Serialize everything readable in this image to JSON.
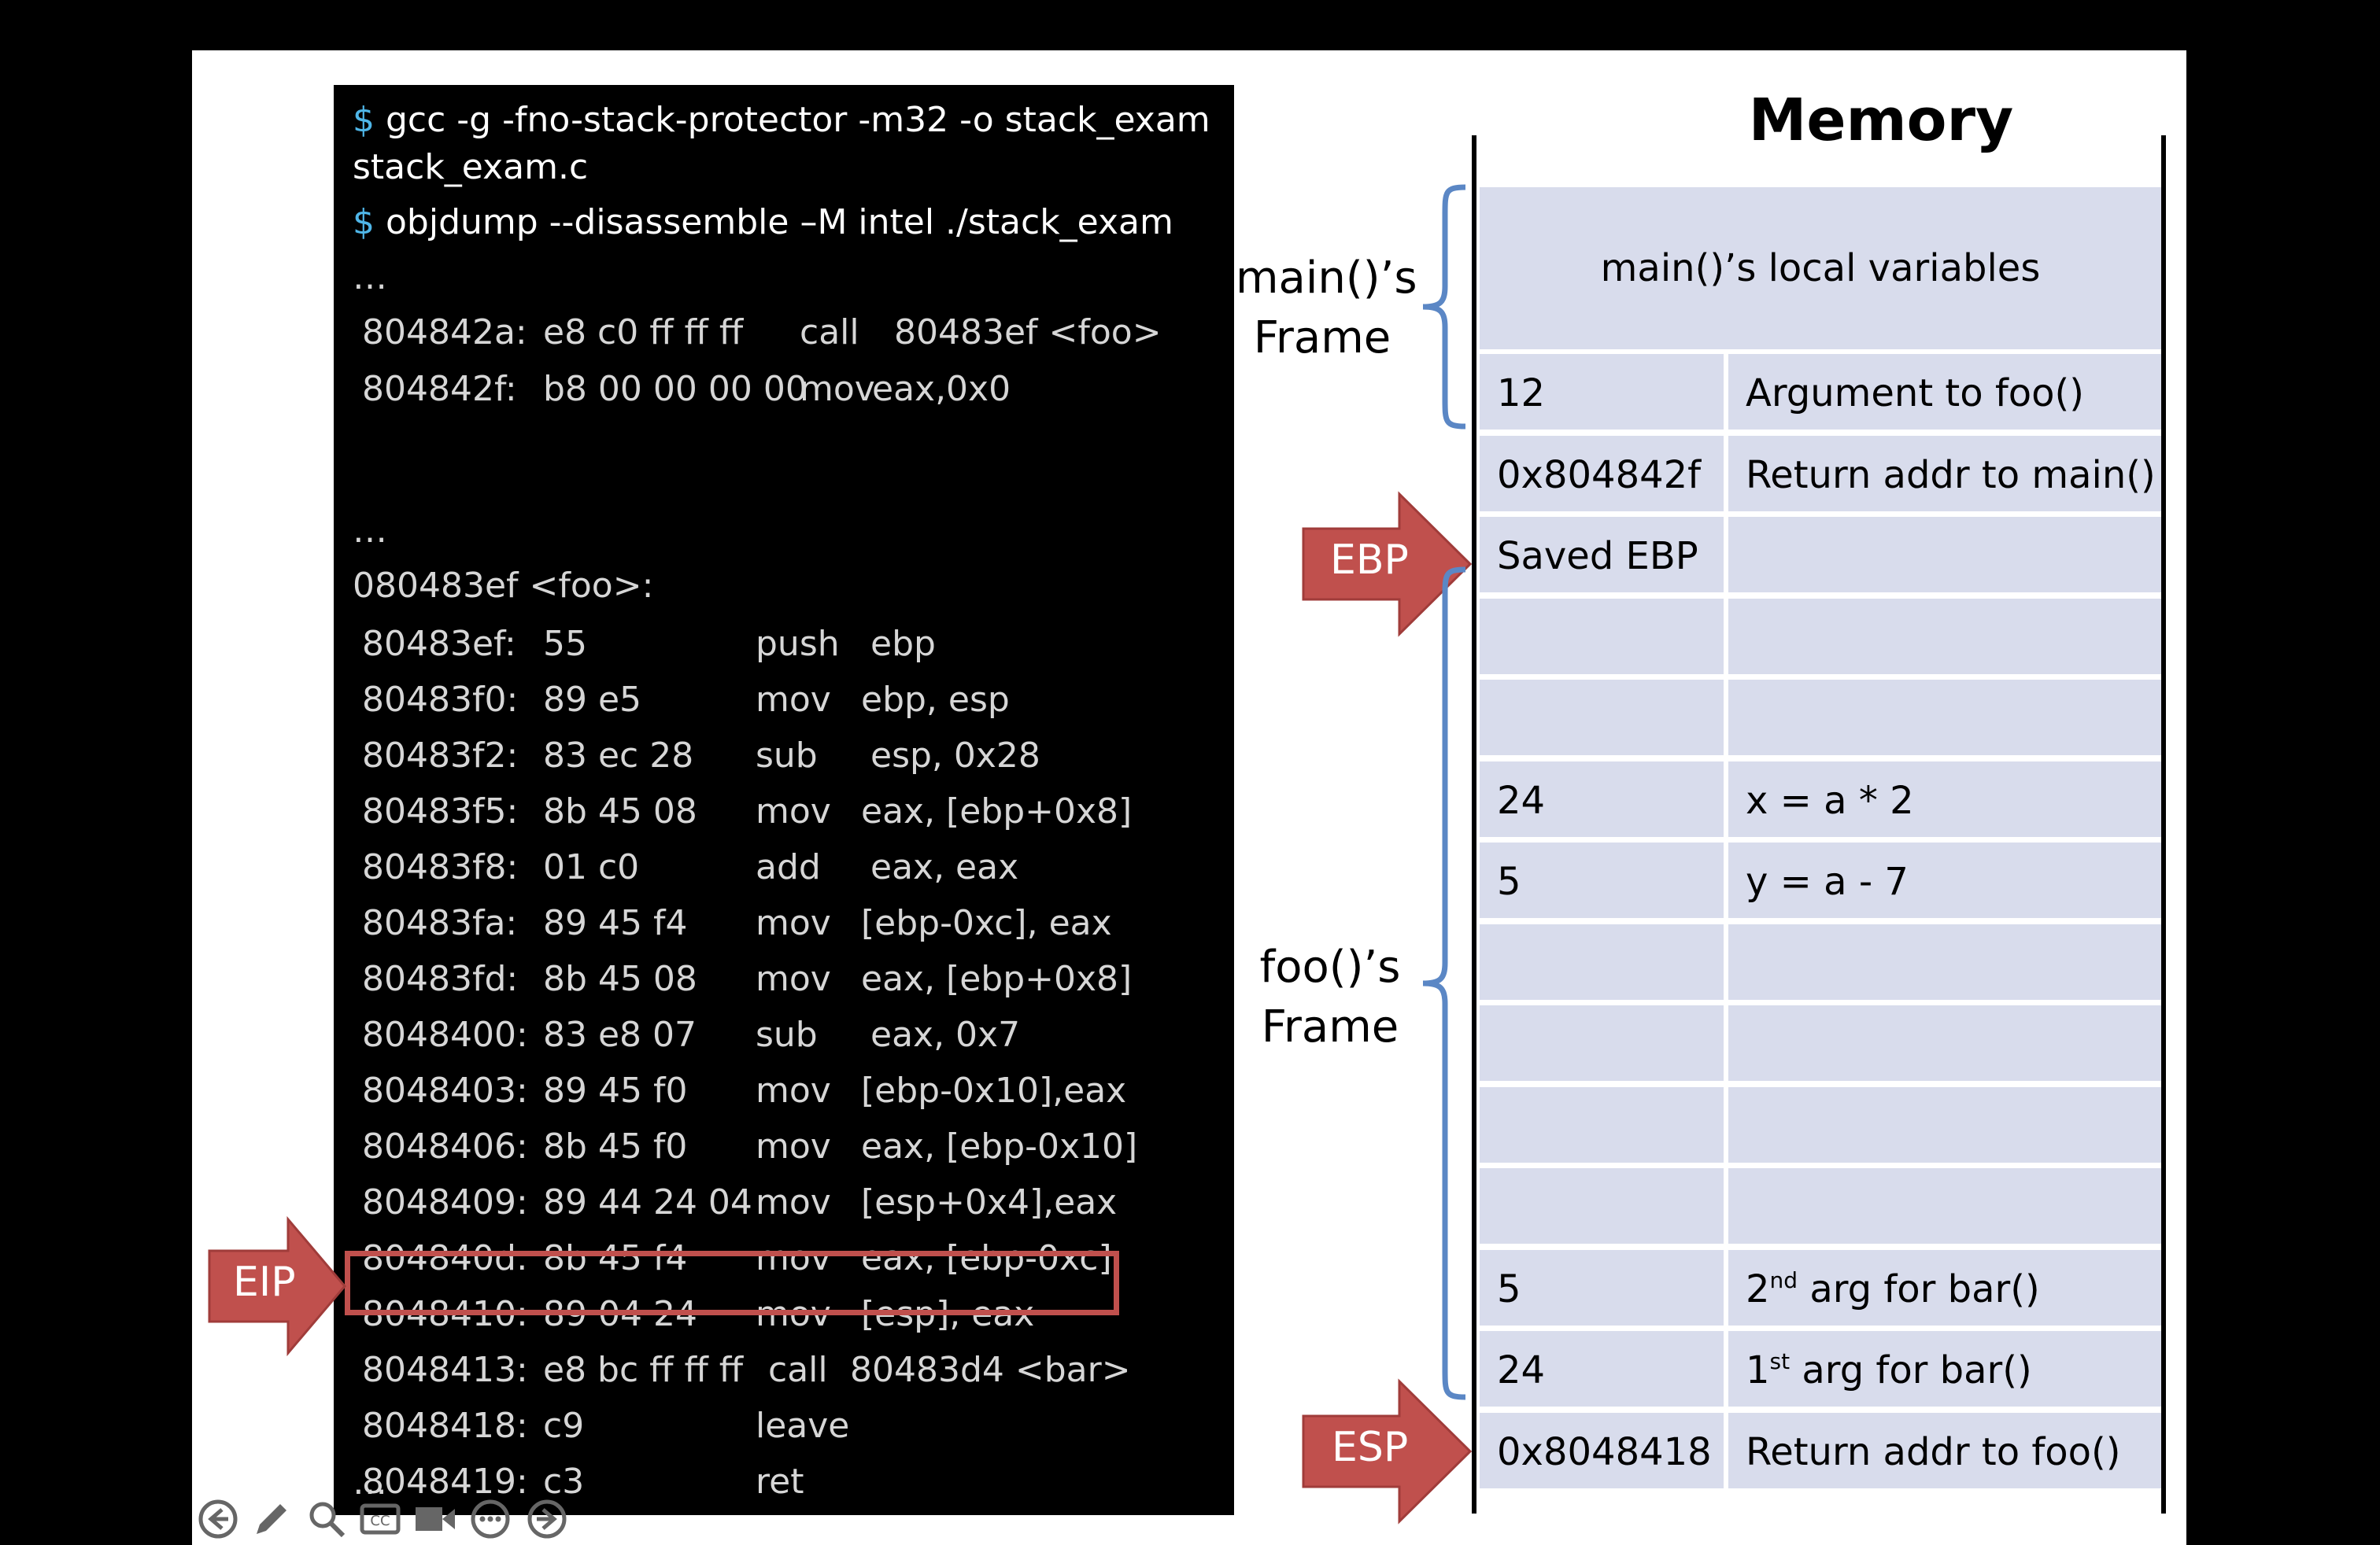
{
  "terminal": {
    "commands": [
      {
        "prompt": "$",
        "text": "gcc -g -fno-stack-protector -m32 -o stack_exam"
      },
      {
        "prompt": "",
        "text": "stack_exam.c"
      },
      {
        "prompt": "$",
        "text": "objdump --disassemble –M intel ./stack_exam"
      }
    ],
    "ellipsis": "…",
    "main_lines": [
      {
        "addr": "804842a:",
        "bytes": "e8 c0 ff ff ff",
        "op": "call",
        "args": "80483ef <foo>"
      },
      {
        "addr": "804842f:",
        "bytes": "b8 00 00 00 00",
        "op": "mov",
        "args": "eax,0x0"
      }
    ],
    "foo_label": "080483ef <foo>:",
    "foo_lines": [
      {
        "addr": "80483ef:",
        "bytes": "55",
        "op": "push",
        "args": "ebp"
      },
      {
        "addr": "80483f0:",
        "bytes": "89 e5",
        "op": "mov",
        "args": "ebp, esp"
      },
      {
        "addr": "80483f2:",
        "bytes": "83 ec 28",
        "op": "sub",
        "args": "esp, 0x28"
      },
      {
        "addr": "80483f5:",
        "bytes": "8b 45 08",
        "op": "mov",
        "args": "eax, [ebp+0x8]"
      },
      {
        "addr": "80483f8:",
        "bytes": "01 c0",
        "op": "add",
        "args": "eax, eax"
      },
      {
        "addr": "80483fa:",
        "bytes": "89 45 f4",
        "op": "mov",
        "args": "[ebp-0xc], eax"
      },
      {
        "addr": "80483fd:",
        "bytes": "8b 45 08",
        "op": "mov",
        "args": "eax, [ebp+0x8]"
      },
      {
        "addr": "8048400:",
        "bytes": "83 e8 07",
        "op": "sub",
        "args": "eax, 0x7"
      },
      {
        "addr": "8048403:",
        "bytes": "89 45 f0",
        "op": "mov",
        "args": "[ebp-0x10],eax"
      },
      {
        "addr": "8048406:",
        "bytes": "8b 45 f0",
        "op": "mov",
        "args": "eax, [ebp-0x10]"
      },
      {
        "addr": "8048409:",
        "bytes": "89 44 24 04",
        "op": "mov",
        "args": "[esp+0x4],eax"
      },
      {
        "addr": "804840d:",
        "bytes": "8b 45 f4",
        "op": "mov",
        "args": "eax, [ebp-0xc]"
      },
      {
        "addr": "8048410:",
        "bytes": "89 04 24",
        "op": "mov",
        "args": "[esp], eax"
      },
      {
        "addr": "8048413:",
        "bytes": "e8 bc ff ff ff",
        "op": "call",
        "args": "80483d4 <bar>"
      },
      {
        "addr": "8048418:",
        "bytes": "c9",
        "op": "leave",
        "args": ""
      },
      {
        "addr": "8048419:",
        "bytes": "c3",
        "op": "ret",
        "args": ""
      }
    ]
  },
  "pointers": {
    "eip": "EIP",
    "ebp": "EBP",
    "esp": "ESP"
  },
  "memory": {
    "title": "Memory",
    "main_locals": "main()’s local variables",
    "rows": [
      {
        "value": "12",
        "desc": "Argument to foo()"
      },
      {
        "value": "0x804842f",
        "desc": "Return addr to main()"
      },
      {
        "value": "Saved EBP",
        "desc": ""
      },
      {
        "value": "",
        "desc": ""
      },
      {
        "value": "",
        "desc": ""
      },
      {
        "value": "24",
        "desc": "x = a * 2"
      },
      {
        "value": "5",
        "desc": "y = a - 7"
      },
      {
        "value": "",
        "desc": ""
      },
      {
        "value": "",
        "desc": ""
      },
      {
        "value": "",
        "desc": ""
      },
      {
        "value": "",
        "desc": ""
      },
      {
        "value": "5",
        "desc_num": "2",
        "desc_sup": "nd",
        "desc_rest": " arg for bar()"
      },
      {
        "value": "24",
        "desc_num": "1",
        "desc_sup": "st",
        "desc_rest": " arg for bar()"
      },
      {
        "value": "0x8048418",
        "desc": "Return addr to foo()"
      }
    ],
    "main_frame_label": [
      "main()’s",
      "Frame"
    ],
    "foo_frame_label": [
      "foo()’s",
      "Frame"
    ]
  },
  "toolbar": {
    "icons": [
      "back-icon",
      "pen-icon",
      "search-icon",
      "captions-icon",
      "video-icon",
      "more-icon",
      "forward-icon"
    ]
  },
  "colors": {
    "arrow": "#c0504d",
    "prompt": "#4fb6e8",
    "cell": "#d8dcec",
    "brace": "#5b87c5"
  }
}
